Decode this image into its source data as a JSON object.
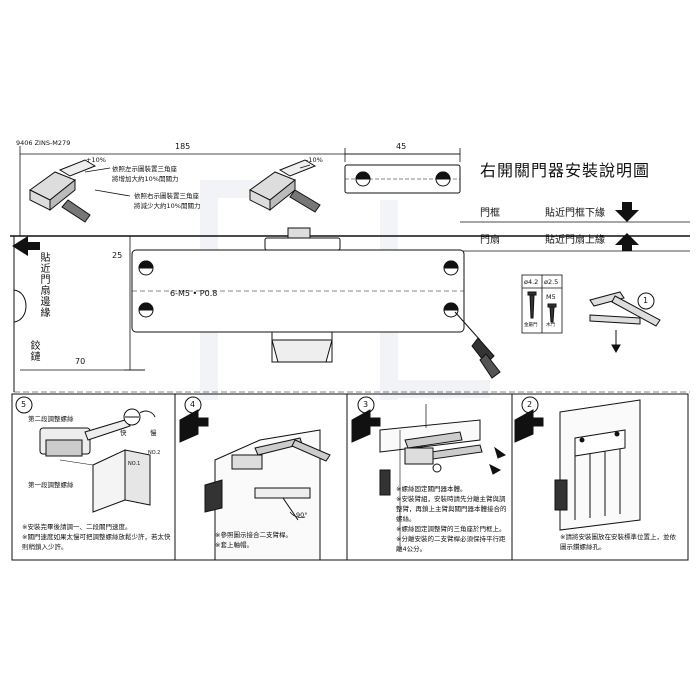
{
  "header": {
    "model": "9406 ZINS-M279",
    "title": "右開關門器安裝說明圖"
  },
  "dimensions": {
    "width_185": "185",
    "width_45": "45",
    "height_25": "25",
    "width_70": "70",
    "screw_spec": "6-M5 • P0.8"
  },
  "adjust": {
    "plus": "+10%",
    "plus_note_1": "依照左示圖裝置三角座",
    "plus_note_2": "將增加大約10%開關力",
    "minus": "-10%",
    "minus_note_1": "依照右示圖裝置三角座",
    "minus_note_2": "將減少大約10%開關力"
  },
  "references": {
    "frame": "門框",
    "frame_edge": "貼近門框下緣",
    "leaf": "門扇",
    "leaf_edge": "貼近門扇上緣",
    "side_edge": "貼近門扇邊緣",
    "hinge": "鉸鏈"
  },
  "screws": {
    "d1": "ø4.2",
    "d2": "ø2.5",
    "m5": "M5",
    "cap1": "金屬門",
    "cap2": "木門"
  },
  "steps": {
    "s1": "1",
    "s2": "2",
    "s3": "3",
    "s4": "4",
    "s5": "5"
  },
  "panel5": {
    "screw1": "第二段調整螺絲",
    "screw2": "第一段調整螺絲",
    "fast": "快",
    "slow": "慢",
    "no1": "NO.1",
    "no2": "NO.2",
    "note1": "※安裝完畢後請調一、二段關門速度。",
    "note2": "※關門速度如果太慢可把調整螺絲放鬆少許，若太快則稍鎖入少許。"
  },
  "panel4": {
    "angle": "90°",
    "note1": "※參照圖示接合二支臂桿。",
    "note2": "※套上軸帽。"
  },
  "panel3": {
    "note1": "※螺絲固定關門器本體。",
    "note2": "※安裝臂組，安裝時請先分離主臂與調整臂，再鎖上主臂與關門器本體接合的螺絲。",
    "note3": "※螺絲固定調整臂的三角座於門框上。",
    "note4": "※分離安裝的二支臂桿必須保持平行距離4公分。"
  },
  "panel2": {
    "note1": "※請將安裝圖放在安裝標準位置上，並依圖示鑽螺絲孔。"
  }
}
